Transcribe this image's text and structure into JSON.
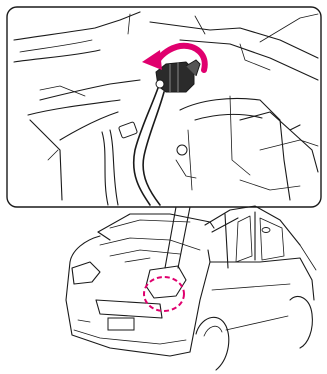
{
  "diagram": {
    "detail_inset": {
      "component": "headlight-bulb-connector",
      "action": "rotate-counterclockwise-and-remove"
    },
    "overview": {
      "subject": "vehicle-front-with-hood-open",
      "highlight": "headlight-rear-area"
    },
    "colors": {
      "line": "#1a1a1a",
      "arrow": "#e0006e",
      "highlight": "#e0006e",
      "background": "#ffffff"
    }
  }
}
